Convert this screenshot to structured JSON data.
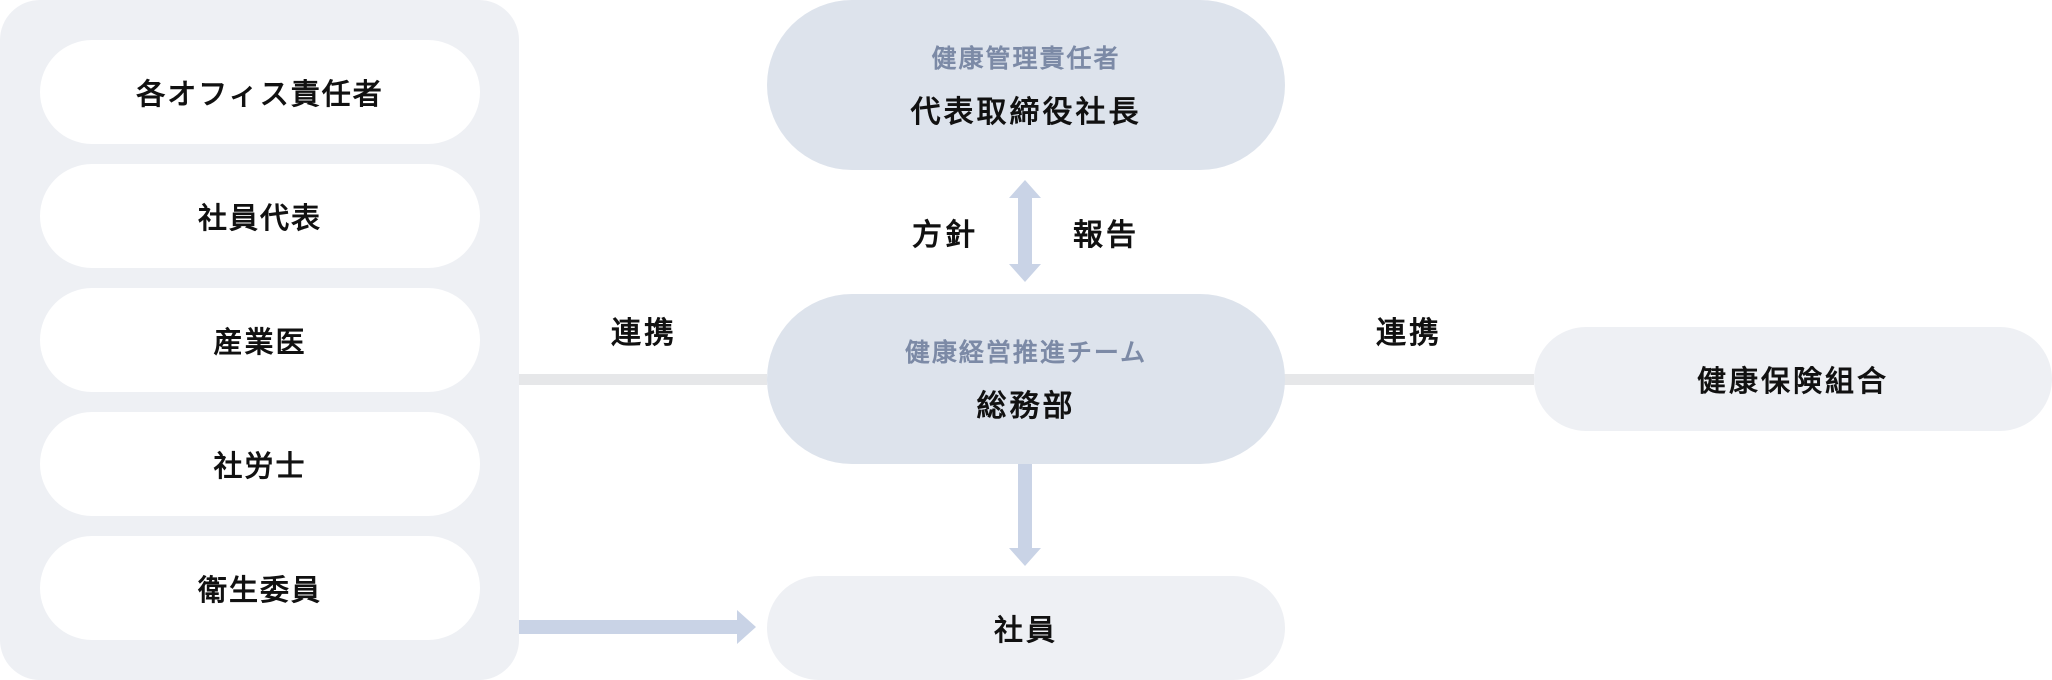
{
  "left_panel": {
    "items": [
      {
        "label": "各オフィス責任者"
      },
      {
        "label": "社員代表"
      },
      {
        "label": "産業医"
      },
      {
        "label": "社労士"
      },
      {
        "label": "衛生委員"
      }
    ]
  },
  "top_box": {
    "subtitle": "健康管理責任者",
    "title": "代表取締役社長"
  },
  "center_box": {
    "subtitle": "健康経営推進チーム",
    "title": "総務部"
  },
  "bottom_box": {
    "title": "社員"
  },
  "right_box": {
    "title": "健康保険組合"
  },
  "labels": {
    "policy": "方針",
    "report": "報告",
    "collab_left": "連携",
    "collab_right": "連携"
  },
  "colors": {
    "panel_bg": "#eef0f4",
    "blue_box": "#dde3ec",
    "subtitle_text": "#7c8aa6",
    "arrow": "#c9d3e6",
    "connector_line": "#e6e7e9"
  }
}
